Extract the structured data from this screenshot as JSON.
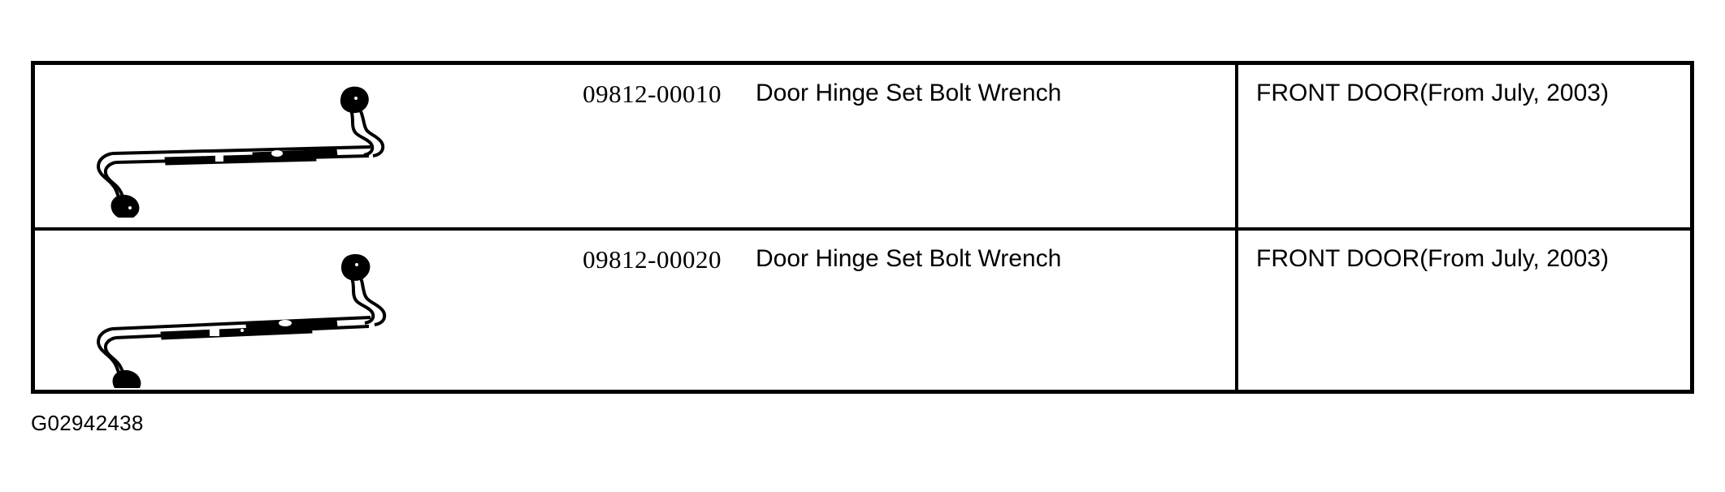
{
  "figure": {
    "caption": "G02942438"
  },
  "colors": {
    "ink": "#000000",
    "paper": "#ffffff"
  },
  "parts_table": {
    "rows": [
      {
        "illustration_name": "offset-box-wrench",
        "part_number": "09812-00010",
        "description": "Door Hinge Set Bolt Wrench",
        "application": "FRONT DOOR(From July, 2003)"
      },
      {
        "illustration_name": "offset-box-wrench",
        "part_number": "09812-00020",
        "description": "Door Hinge Set Bolt Wrench",
        "application": "FRONT DOOR(From July, 2003)"
      }
    ]
  }
}
